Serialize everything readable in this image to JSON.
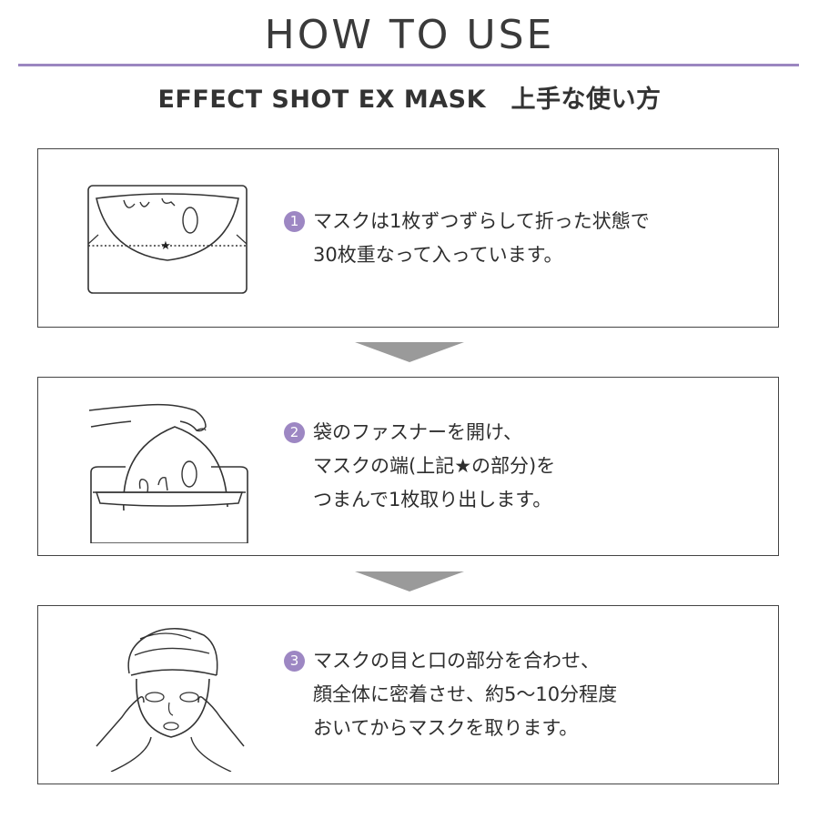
{
  "title": "HOW TO USE",
  "subtitle": "EFFECT SHOT EX MASK　上手な使い方",
  "colors": {
    "accent": "#9b86c0",
    "arrow": "#9a9a9a",
    "border": "#444444"
  },
  "steps": [
    {
      "number": "1",
      "illustration": "folded-mask-in-pouch",
      "lines": [
        "マスクは1枚ずつずらして折った状態で",
        "30枚重なって入っています。"
      ]
    },
    {
      "number": "2",
      "illustration": "hand-pulling-mask-from-pouch",
      "lines": [
        "袋のファスナーを開け、",
        "マスクの端(上記★の部分)を",
        "つまんで1枚取り出します。"
      ]
    },
    {
      "number": "3",
      "illustration": "woman-applying-face-mask",
      "lines": [
        "マスクの目と口の部分を合わせ、",
        "顔全体に密着させ、約5〜10分程度",
        "おいてからマスクを取ります。"
      ]
    }
  ],
  "star_symbol": "★"
}
